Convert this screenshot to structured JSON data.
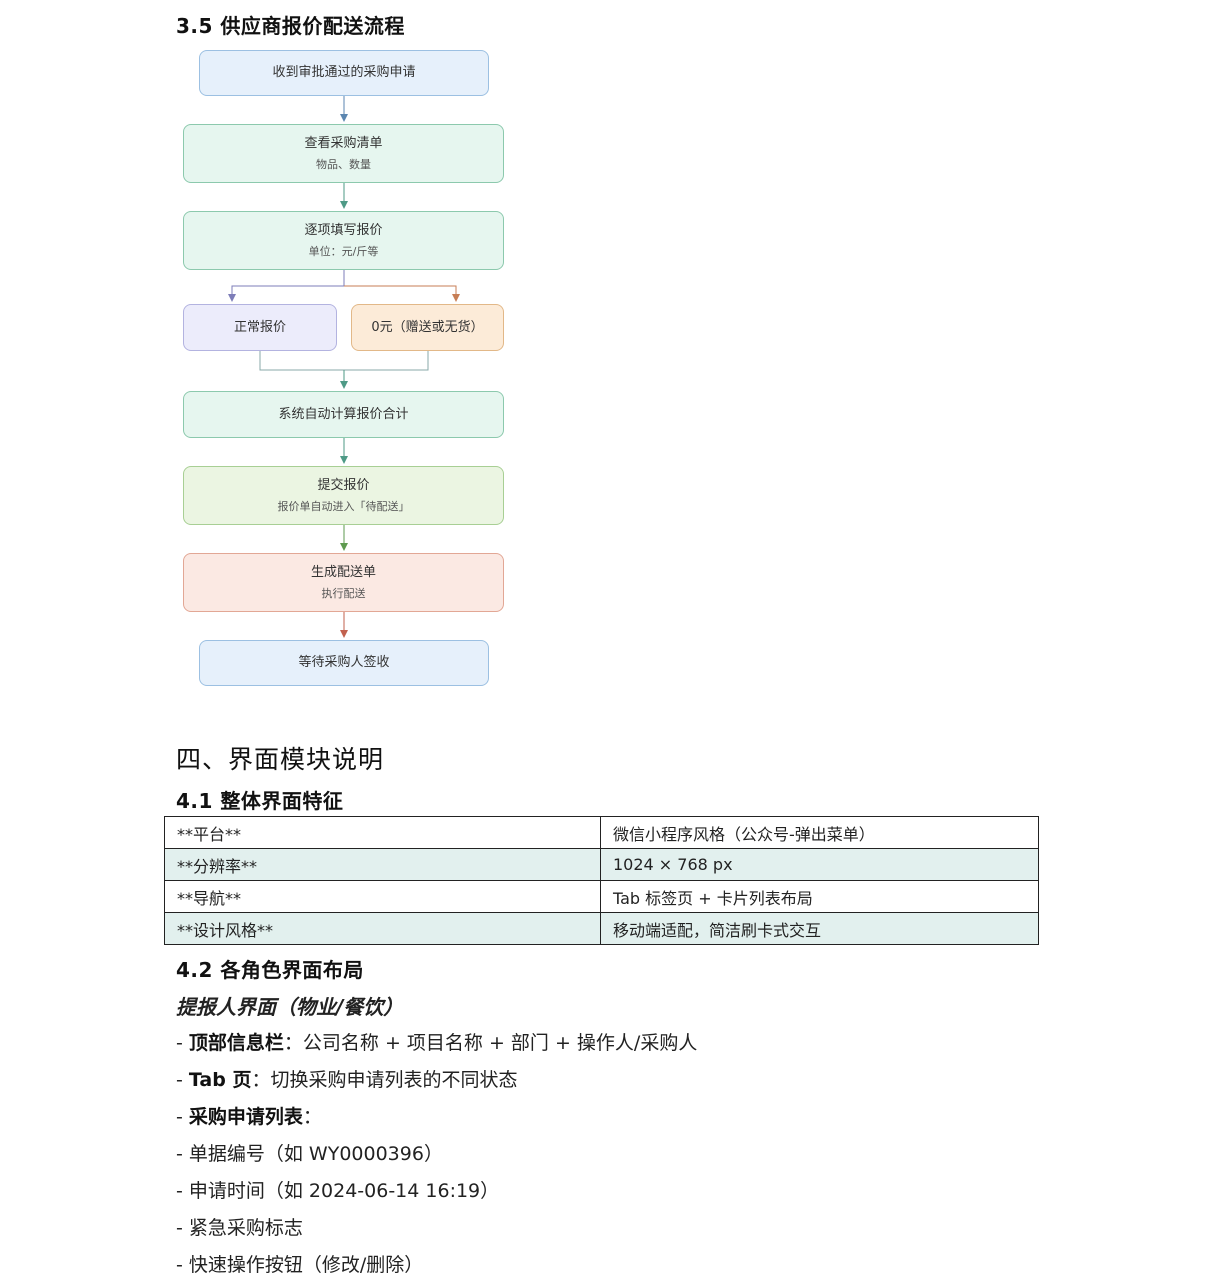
{
  "section_3_5": {
    "title": "3.5 供应商报价配送流程"
  },
  "flow": {
    "n1": {
      "title": "收到审批通过的采购申请"
    },
    "n2": {
      "title": "查看采购清单",
      "sub": "物品、数量"
    },
    "n3": {
      "title": "逐项填写报价",
      "sub": "单位：元/斤等"
    },
    "n4a": {
      "title": "正常报价"
    },
    "n4b": {
      "title": "0元（赠送或无货）"
    },
    "n5": {
      "title": "系统自动计算报价合计"
    },
    "n6": {
      "title": "提交报价",
      "sub": "报价单自动进入「待配送」"
    },
    "n7": {
      "title": "生成配送单",
      "sub": "执行配送"
    },
    "n8": {
      "title": "等待采购人签收"
    }
  },
  "section_4": {
    "title": "四、界面模块说明"
  },
  "section_4_1": {
    "title": "4.1 整体界面特征",
    "rows": [
      {
        "key": "**平台**",
        "value": "微信小程序风格（公众号-弹出菜单）"
      },
      {
        "key": "**分辨率**",
        "value": "1024 × 768 px"
      },
      {
        "key": "**导航**",
        "value": "Tab 标签页 + 卡片列表布局"
      },
      {
        "key": "**设计风格**",
        "value": "移动端适配，简洁刷卡式交互"
      }
    ]
  },
  "section_4_2": {
    "title": "4.2 各角色界面布局",
    "subtitle": "提报人界面（物业/餐饮）",
    "lines": [
      {
        "prefix": "- ",
        "bold": "顶部信息栏",
        "text": "：公司名称 + 项目名称 + 部门 + 操作人/采购人"
      },
      {
        "prefix": "- ",
        "bold": "Tab 页",
        "text": "：切换采购申请列表的不同状态"
      },
      {
        "prefix": "- ",
        "bold": "采购申请列表",
        "text": "："
      },
      {
        "prefix": "",
        "bold": "",
        "text": "- 单据编号（如 WY0000396）"
      },
      {
        "prefix": "",
        "bold": "",
        "text": "- 申请时间（如 2024-06-14 16:19）"
      },
      {
        "prefix": "",
        "bold": "",
        "text": "- 紧急采购标志"
      },
      {
        "prefix": "",
        "bold": "",
        "text": "- 快速操作按钮（修改/删除）"
      }
    ]
  }
}
